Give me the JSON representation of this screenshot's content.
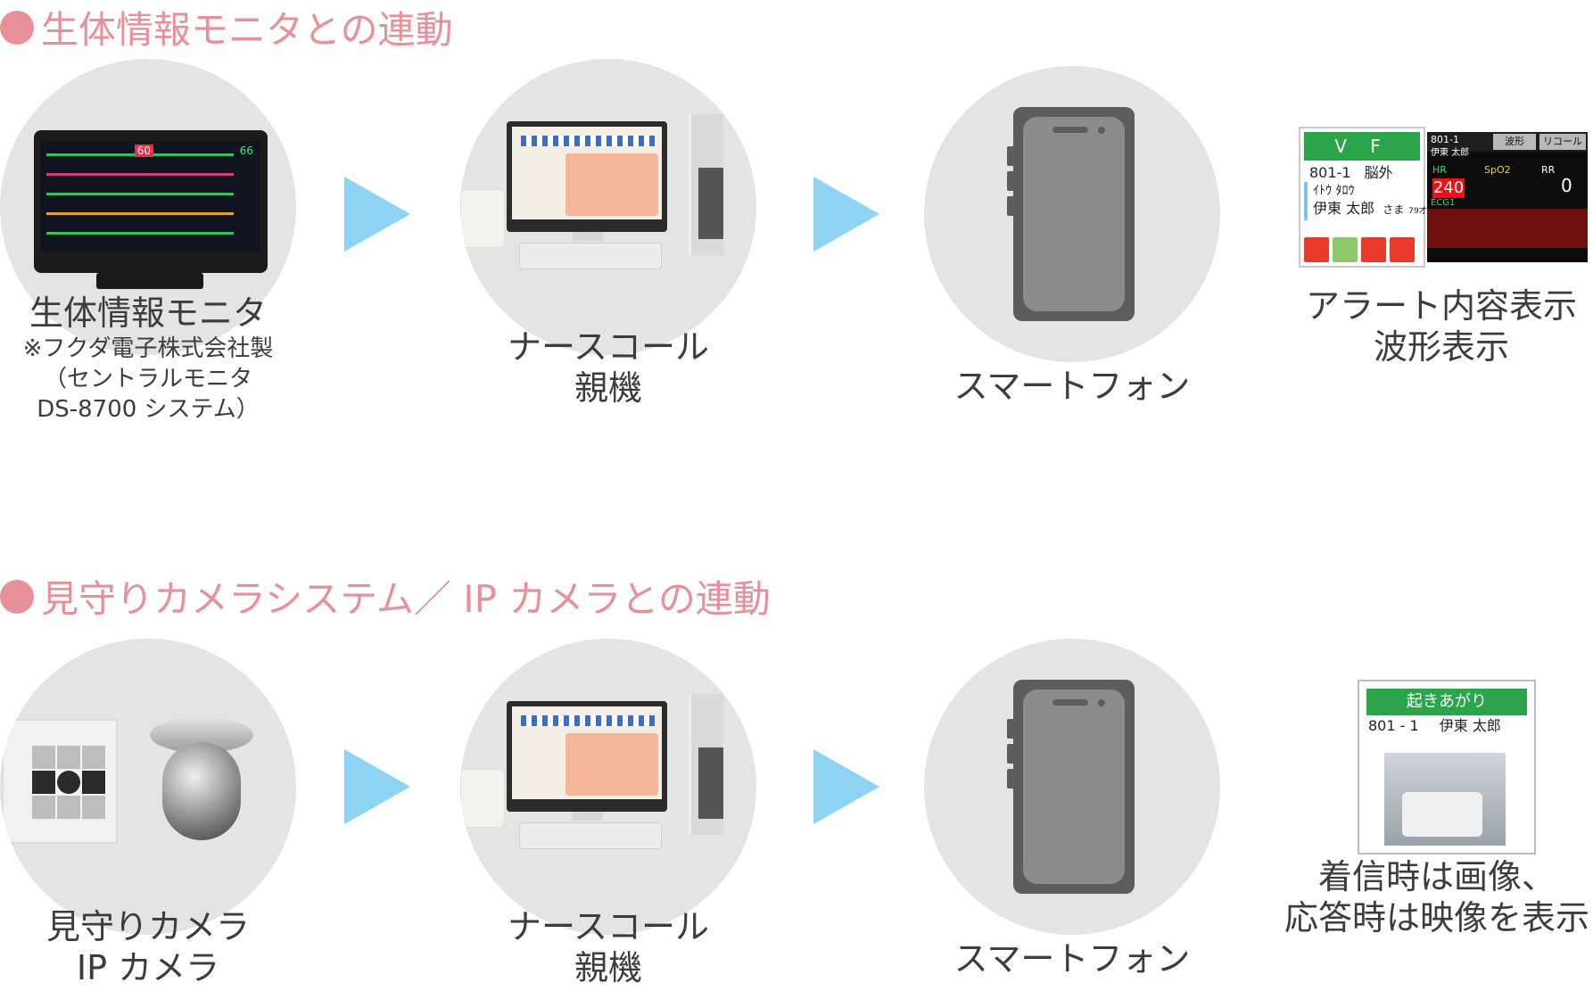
{
  "sections": [
    {
      "title": "生体情報モニタとの連動",
      "source_label": "生体情報モニタ",
      "source_sub": [
        "※フクダ電子株式会社製",
        "（セントラルモニタ",
        "DS-8700 システム）"
      ],
      "relay_label": [
        "ナースコール",
        "親機"
      ],
      "phone_label": "スマートフォン",
      "result_label": [
        "アラート内容表示",
        "波形表示"
      ]
    },
    {
      "title": "見守りカメラシステム／ IP カメラとの連動",
      "source_label": [
        "見守りカメラ",
        "IP カメラ"
      ],
      "relay_label": [
        "ナースコール",
        "親機"
      ],
      "phone_label": "スマートフォン",
      "result_label": [
        "着信時は画像、",
        "応答時は映像を表示"
      ]
    }
  ],
  "alert_card": {
    "alarm": "V F",
    "room": "801-1",
    "ward": "脳外",
    "kana": "ｲﾄｳ ﾀﾛｳ",
    "name": "伊東 太郎",
    "honorific": "さま",
    "age": "79才"
  },
  "wave_card": {
    "room": "801-1",
    "name": "伊東 太郎",
    "tab_wave": "波形",
    "tab_recall": "リコール",
    "hr_label": "HR",
    "spo2_label": "SpO2",
    "rr_label": "RR",
    "hr_value": "240",
    "rr_value": "0",
    "ecg_label": "ECG1"
  },
  "camera_card": {
    "event": "起きあがり",
    "room": "801 - 1",
    "name": "伊東 太郎"
  },
  "monitor_screen": {
    "values": [
      "60",
      "66"
    ]
  },
  "colors": {
    "title": "#e8909a",
    "arrow": "#8fd3f2",
    "circle": "#e4e4e4",
    "phone": "#5d5d5d",
    "alert_green": "#2aa54a"
  },
  "icons": [
    "arrow-right-icon",
    "smartphone-icon",
    "monitor-icon",
    "nurse-call-pc-icon",
    "wall-camera-icon",
    "dome-camera-icon"
  ]
}
